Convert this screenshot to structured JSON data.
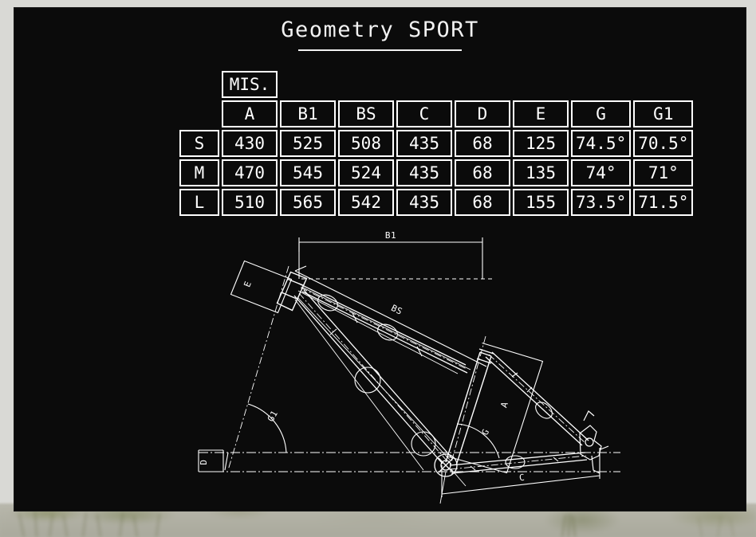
{
  "document": {
    "title": "Geometry SPORT"
  },
  "table": {
    "corner_label": "MIS.",
    "columns": [
      "A",
      "B1",
      "BS",
      "C",
      "D",
      "E",
      "G",
      "G1"
    ],
    "rows": [
      {
        "size": "S",
        "values": [
          "430",
          "525",
          "508",
          "435",
          "68",
          "125",
          "74.5°",
          "70.5°"
        ]
      },
      {
        "size": "M",
        "values": [
          "470",
          "545",
          "524",
          "435",
          "68",
          "135",
          "74°",
          "71°"
        ]
      },
      {
        "size": "L",
        "values": [
          "510",
          "565",
          "542",
          "435",
          "68",
          "155",
          "73.5°",
          "71.5°"
        ]
      }
    ]
  },
  "drawing": {
    "description": "Technical CAD line drawing of a bicycle frame in side view, white lines on black background",
    "dimension_labels": {
      "b1": "B1",
      "bs": "BS",
      "a": "A",
      "c": "C",
      "d": "D",
      "e": "E",
      "g": "G",
      "g1": "G1"
    }
  },
  "colors": {
    "panel_background": "#0b0b0b",
    "line": "#ffffff",
    "page_background": "#e9e9e7"
  }
}
